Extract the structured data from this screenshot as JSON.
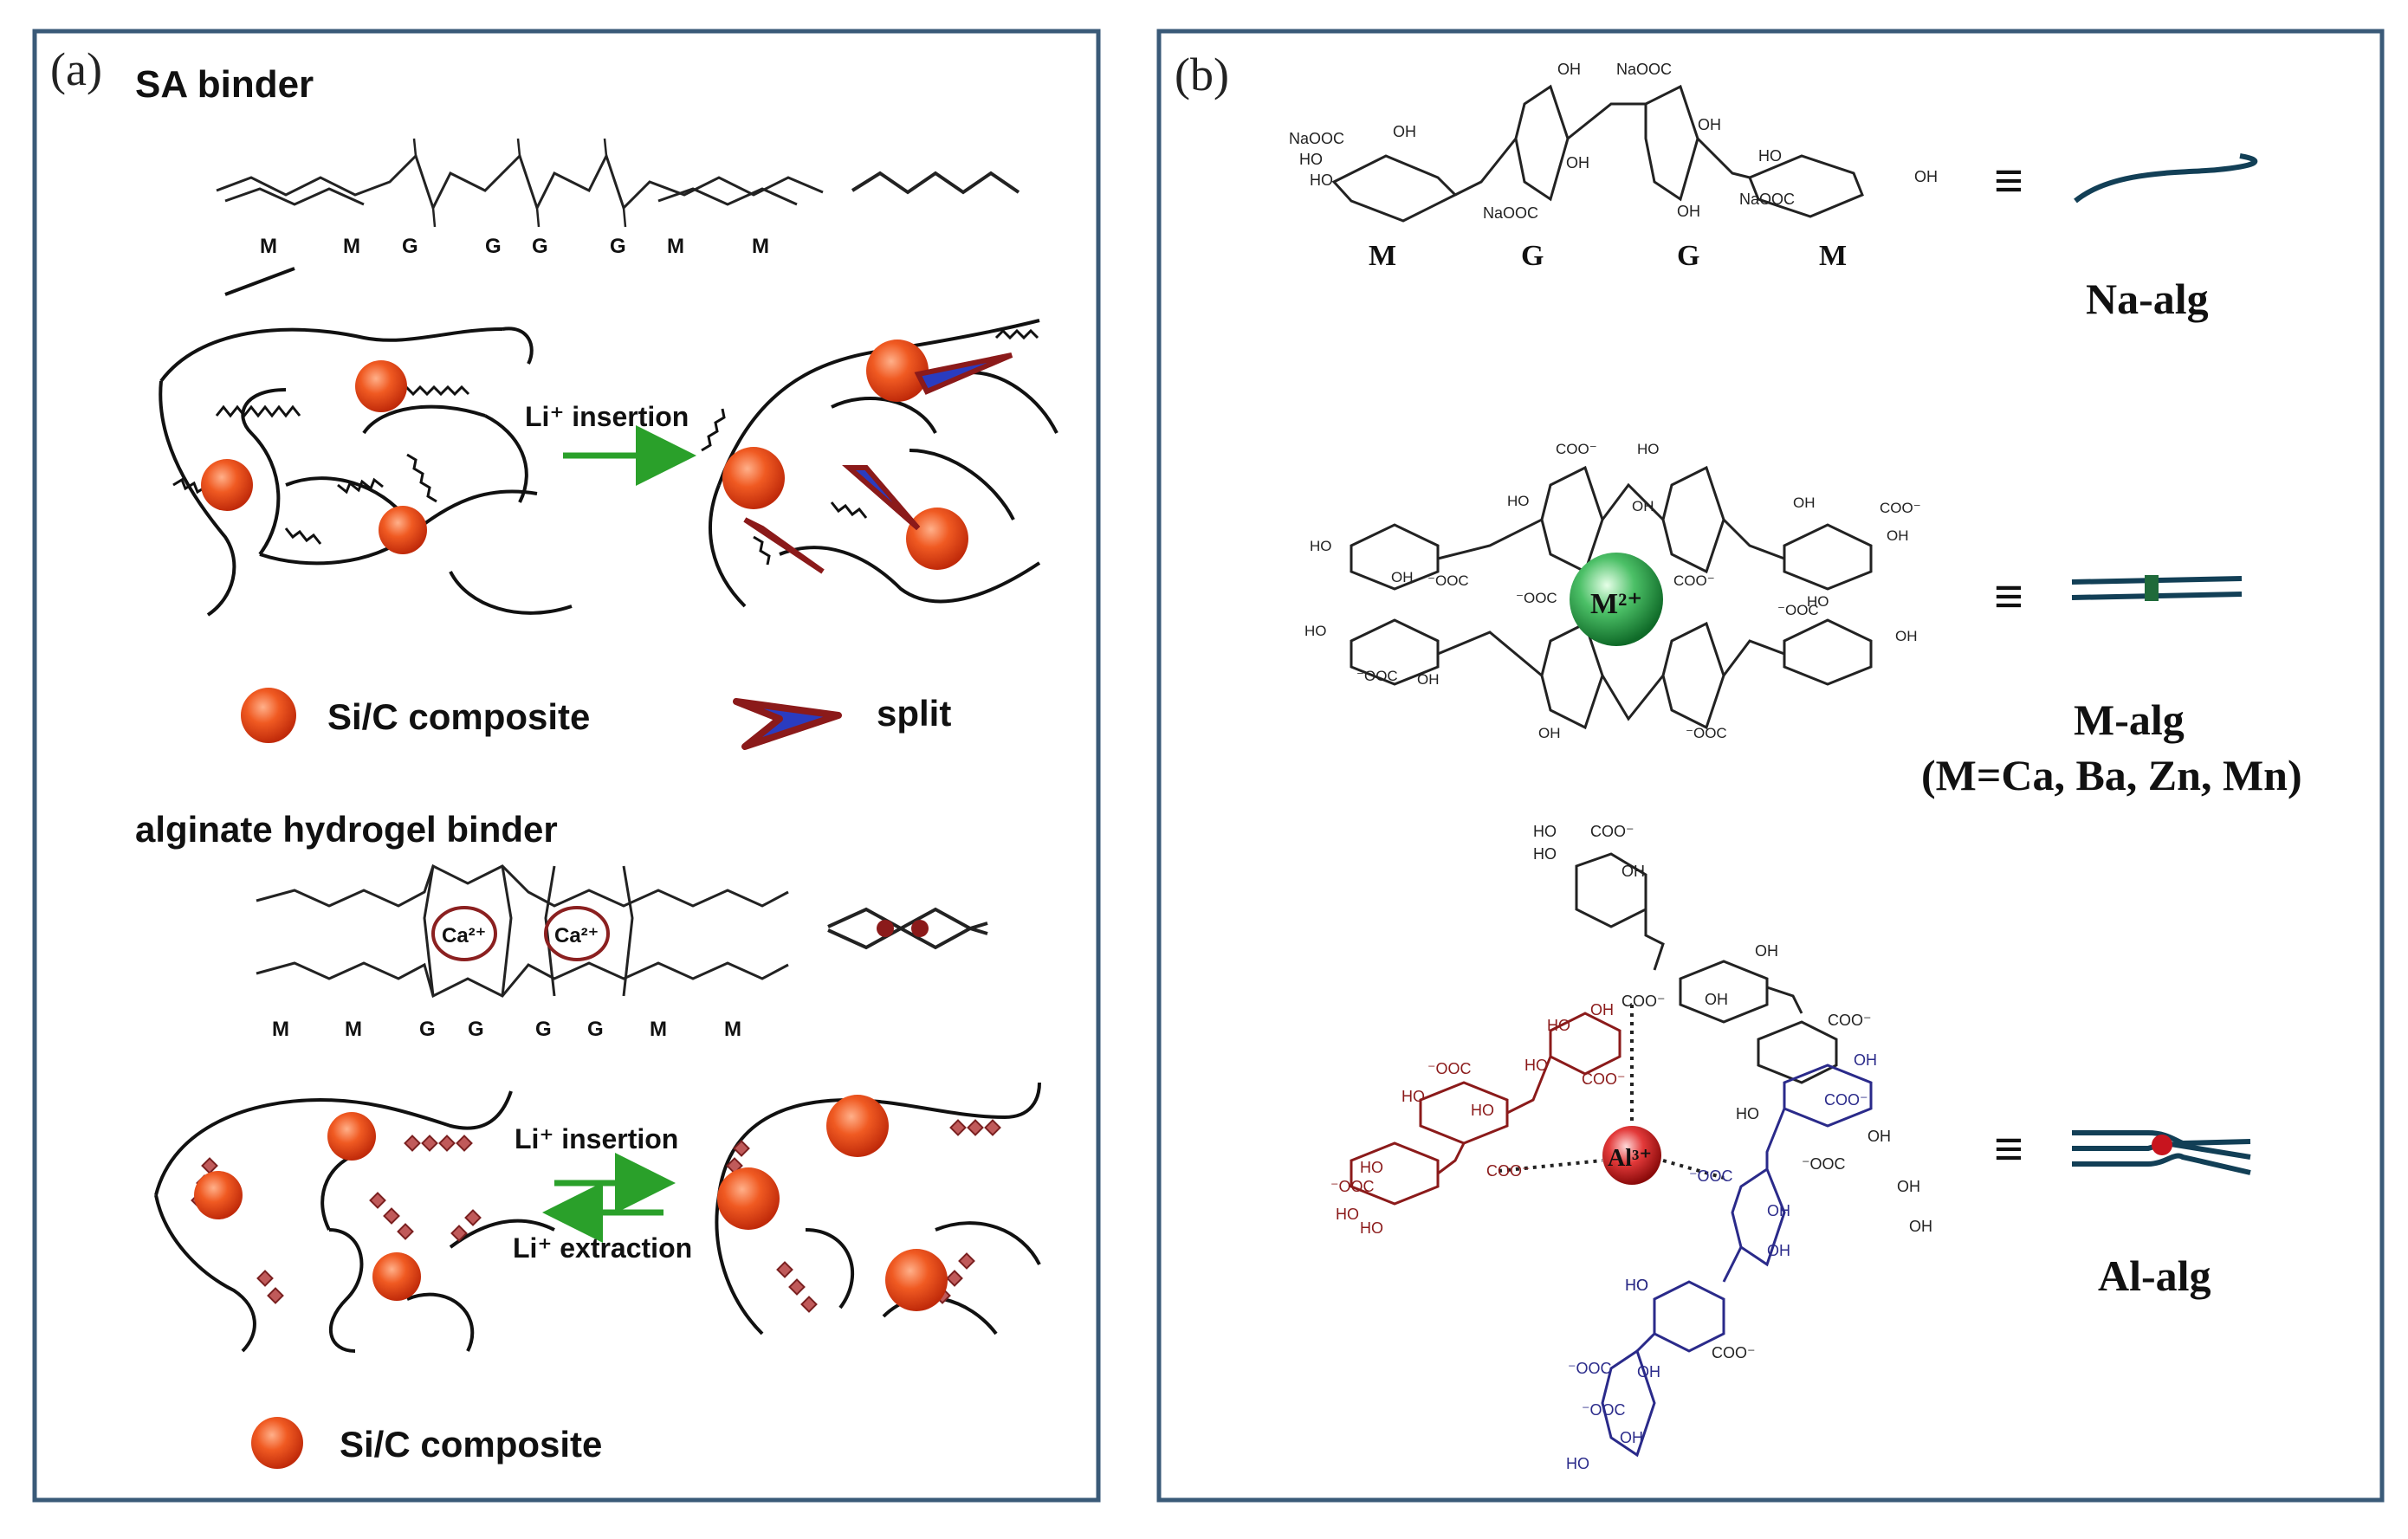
{
  "panel_a": {
    "label": "(a)",
    "sa_binder_title": "SA binder",
    "sa_units": [
      "M",
      "M",
      "G",
      "G",
      "G",
      "G",
      "M",
      "M"
    ],
    "li_insertion_1": "Li⁺ insertion",
    "legend_sic": "Si/C composite",
    "legend_split": "split",
    "hydrogel_title": "alginate hydrogel binder",
    "ca_ion": "Ca²⁺",
    "hydrogel_units": [
      "M",
      "M",
      "G",
      "G",
      "G",
      "G",
      "M",
      "M"
    ],
    "li_insertion_2": "Li⁺ insertion",
    "li_extraction": "Li⁺ extraction",
    "legend_sic_2": "Si/C composite"
  },
  "panel_b": {
    "label": "(b)",
    "na_units": [
      "M",
      "G",
      "G",
      "M"
    ],
    "na_groups": {
      "g1": "NaOOC",
      "g2": "OH",
      "g3": "HO",
      "g4": "NaOOC",
      "g5": "OH",
      "g6": "NaOOC",
      "g7": "OH",
      "g8": "NaOOC",
      "g9": "HO",
      "g10": "OH",
      "g11": "OH",
      "g12": "OH",
      "g13": "HO"
    },
    "equiv": "≡",
    "na_alg": "Na-alg",
    "m_ion": "M²⁺",
    "m_groups": {
      "coo": "COO⁻",
      "ho": "HO",
      "oh": "OH",
      "ooc": "⁻OOC"
    },
    "m_alg": "M-alg",
    "m_alg_sub": "(M=Ca, Ba, Zn, Mn)",
    "al_ion": "Al³⁺",
    "al_groups": {
      "coo": "COO⁻",
      "ooc": "⁻OOC",
      "ho": "HO",
      "oh": "OH"
    },
    "al_alg": "Al-alg"
  },
  "colors": {
    "frame": "#3a5a78",
    "particle": "#e2401a",
    "arrow": "#2aa02a",
    "split_red": "#8b1a1a",
    "split_blue": "#2a3cc0",
    "ca_ring": "#8b2020",
    "m_ion_green": "#1f8f3a",
    "al_ion_red": "#c8141e",
    "chain_teal": "#123f56",
    "red_chain": "#8b1a1a",
    "blue_chain": "#2a2a8a"
  }
}
